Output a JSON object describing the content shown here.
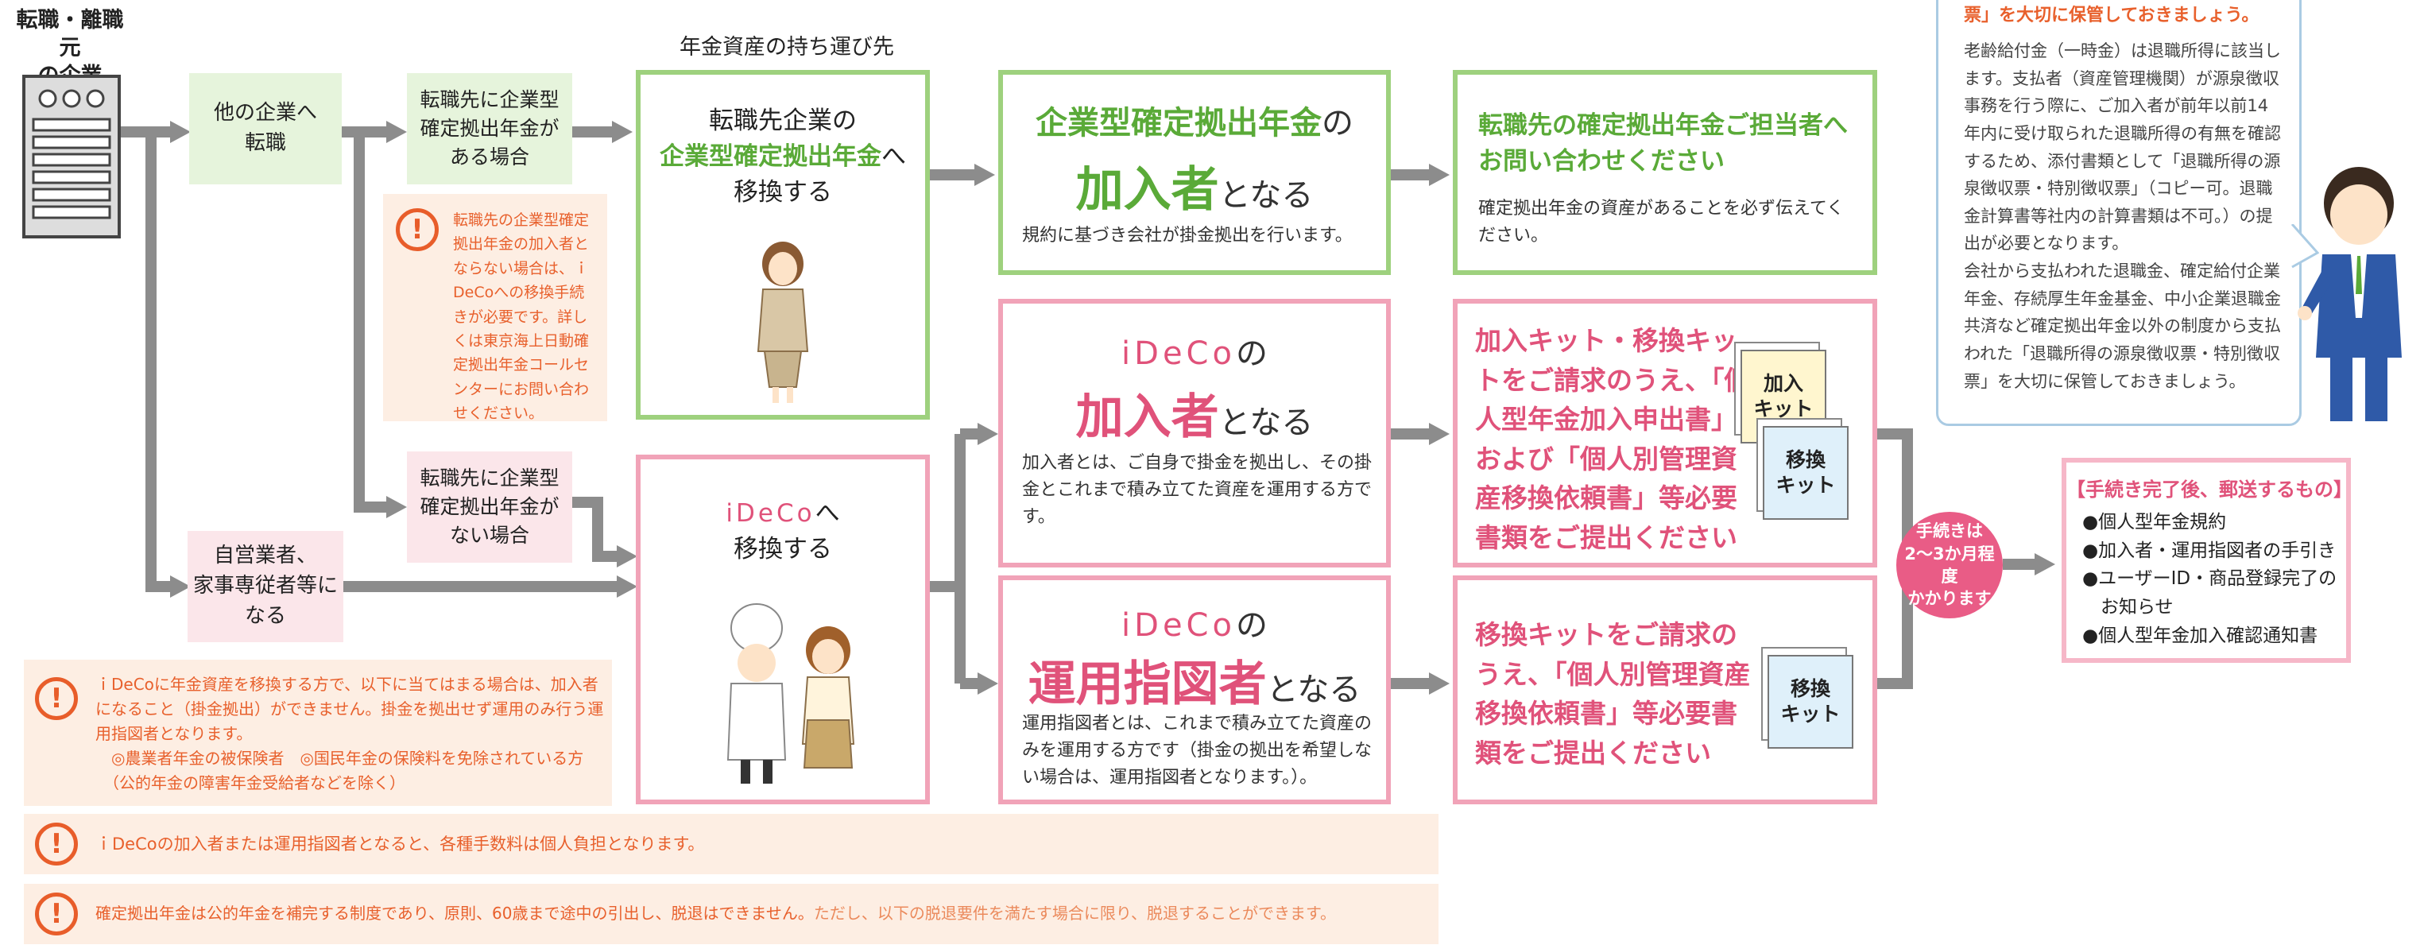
{
  "origin_title": "転職・離職元\nの企業",
  "header_label": "年金資産の持ち運び先",
  "paths": {
    "other_company": "他の企業へ\n転職",
    "self_employed": "自営業者、\n家事専従者等に\nなる"
  },
  "cases": {
    "has_plan": "転職先に企業型\n確定拠出年金が\nある場合",
    "no_plan": "転職先に企業型\n確定拠出年金が\nない場合"
  },
  "warning_transfer": "転職先の企業型確定拠出年金の加入者とならない場合は、ｉDeCoへの移換手続きが必要です。詳しくは東京海上日動確定拠出年金コールセンターにお問い合わせください。",
  "dest_corporate": {
    "line1": "転職先企業の",
    "line2_em": "企業型確定拠出年金",
    "line2_suffix": "へ",
    "line3": "移換する"
  },
  "dest_ideco": {
    "line1_em": "iDeCo",
    "line1_suffix": "へ",
    "line2": "移換する"
  },
  "result_corporate": {
    "title_em": "企業型確定拠出年金",
    "title_suffix": "の",
    "role": "加入者",
    "role_suffix": "となる",
    "desc": "規約に基づき会社が掛金拠出を行います。"
  },
  "result_ideco_member": {
    "title_em": "iDeCo",
    "title_suffix": "の",
    "role": "加入者",
    "role_suffix": "となる",
    "desc": "加入者とは、ご自身で掛金を拠出し、その掛金とこれまで積み立てた資産を運用する方です。"
  },
  "result_ideco_operator": {
    "title_em": "iDeCo",
    "title_suffix": "の",
    "role": "運用指図者",
    "role_suffix": "となる",
    "desc": "運用指図者とは、これまで積み立てた資産のみを運用する方です（掛金の拠出を希望しない場合は、運用指図者となります。）。"
  },
  "action_corporate": {
    "title": "転職先の確定拠出年金ご担当者へお問い合わせください",
    "desc": "確定拠出年金の資産があることを必ず伝えてください。"
  },
  "action_member": {
    "text": "加入キット・移換キットをご請求のうえ、「個人型年金加入申出書」および「個人別管理資産移換依頼書」等必要書類をご提出ください",
    "doc1": "加入\nキット",
    "doc2": "移換\nキット"
  },
  "action_operator": {
    "text": "移換キットをご請求のうえ、「個人別管理資産移換依頼書」等必要書類をご提出ください",
    "doc1": "移換\nキット"
  },
  "duration_badge": "手続きは\n2〜3か月程度\nかかります",
  "completion": {
    "title": "【手続き完了後、郵送するもの】",
    "items": [
      "●個人型年金規約",
      "●加入者・運用指図者の手引き",
      "●ユーザーID・商品登録完了の\n　お知らせ",
      "●個人型年金加入確認通知書"
    ]
  },
  "bubble": {
    "heading": "票」を大切に保管しておきましょう。",
    "text": "老齢給付金（一時金）は退職所得に該当します。支払者（資産管理機関）が源泉徴収事務を行う際に、ご加入者が前年以前14年内に受け取られた退職所得の有無を確認するため、添付書類として「退職所得の源泉徴収票・特別徴収票」（コピー可。退職金計算書等社内の計算書類は不可。）の提出が必要となります。\n会社から支払われた退職金、確定給付企業年金、存続厚生年金基金、中小企業退職金共済など確定拠出年金以外の制度から支払われた「退職所得の源泉徴収票・特別徴収票」を大切に保管しておきましょう。"
  },
  "notes": {
    "note1": "ｉDeCoに年金資産を移換する方で、以下に当てはまる場合は、加入者になること（掛金拠出）ができません。掛金を拠出せず運用のみ行う運用指図者となります。\n　◎農業者年金の被保険者　◎国民年金の保険料を免除されている方\n　（公的年金の障害年金受給者などを除く）",
    "note2": "ｉDeCoの加入者または運用指図者となると、各種手数料は個人負担となります。",
    "note3_bold": "確定拠出年金は公的年金を補完する制度であり、原則、60歳まで途中の引出し、脱退はできません。",
    "note3_rest": "ただし、以下の脱退要件を満たす場合に限り、脱退することができます。"
  },
  "colors": {
    "green": "#5aaa38",
    "green_border": "#9ed17e",
    "pink": "#e0527a",
    "pink_border": "#f1a3b8",
    "orange": "#e8602c",
    "arrow_gray": "#8c8c8c"
  }
}
